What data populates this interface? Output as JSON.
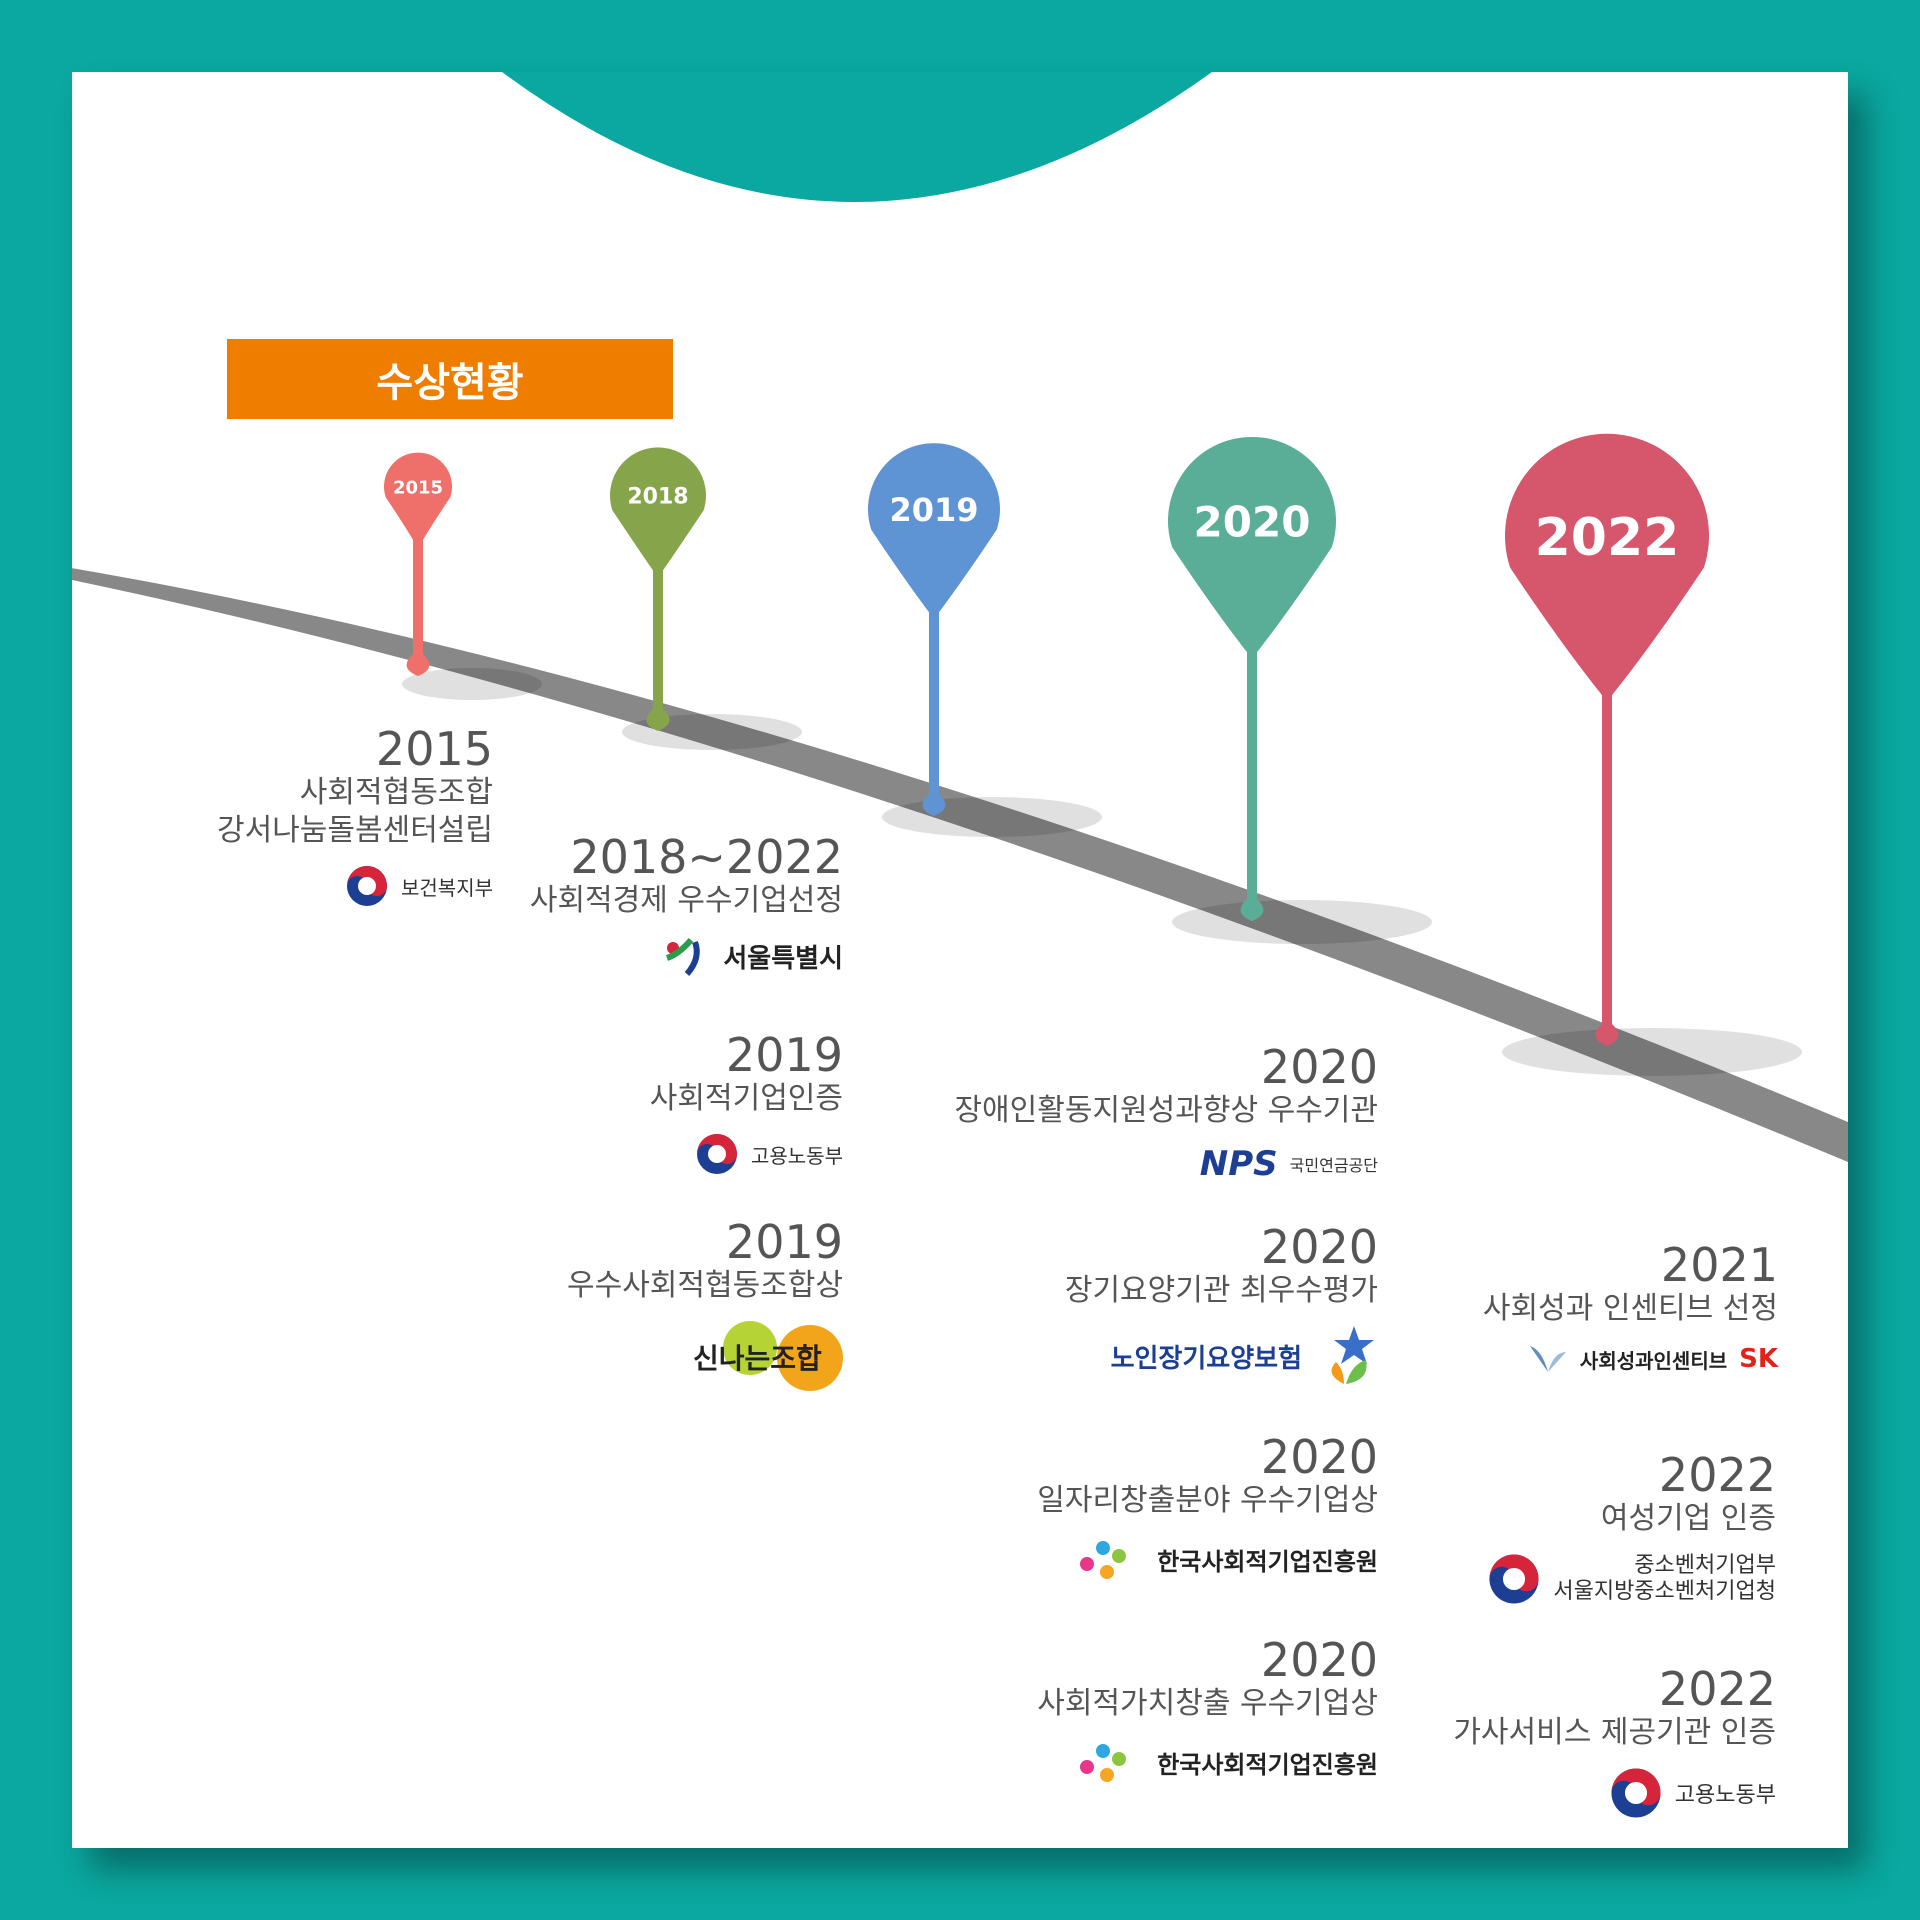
{
  "title": "수상현황",
  "pins": [
    {
      "label": "2015",
      "color": "#ef6f6a"
    },
    {
      "label": "2018",
      "color": "#86a54b"
    },
    {
      "label": "2019",
      "color": "#5e93d4"
    },
    {
      "label": "2020",
      "color": "#5aae98"
    },
    {
      "label": "2022",
      "color": "#d6566c"
    }
  ],
  "entries": [
    {
      "year": "2015",
      "desc": [
        "사회적협동조합",
        "강서나눔돌봄센터설립"
      ],
      "logo": "보건복지부"
    },
    {
      "year": "2018~2022",
      "desc": [
        "사회적경제 우수기업선정"
      ],
      "logo": "서울특별시"
    },
    {
      "year": "2019",
      "desc": [
        "사회적기업인증"
      ],
      "logo": "고용노동부"
    },
    {
      "year": "2019",
      "desc": [
        "우수사회적협동조합상"
      ],
      "logo": "신나는조합"
    },
    {
      "year": "2020",
      "desc": [
        "장애인활동지원성과향상 우수기관"
      ],
      "logo": "국민연금공단",
      "logo_mark": "NPS"
    },
    {
      "year": "2020",
      "desc": [
        "장기요양기관 최우수평가"
      ],
      "logo": "노인장기요양보험"
    },
    {
      "year": "2020",
      "desc": [
        "일자리창출분야 우수기업상"
      ],
      "logo": "한국사회적기업진흥원"
    },
    {
      "year": "2020",
      "desc": [
        "사회적가치창출 우수기업상"
      ],
      "logo": "한국사회적기업진흥원"
    },
    {
      "year": "2021",
      "desc": [
        "사회성과 인센티브 선정"
      ],
      "logo": "사회성과인센티브",
      "logo_mark": "SK"
    },
    {
      "year": "2022",
      "desc": [
        "여성기업 인증"
      ],
      "logo": "중소벤처기업부",
      "logo_line2": "서울지방중소벤처기업청"
    },
    {
      "year": "2022",
      "desc": [
        "가사서비스 제공기관 인증"
      ],
      "logo": "고용노동부"
    }
  ]
}
